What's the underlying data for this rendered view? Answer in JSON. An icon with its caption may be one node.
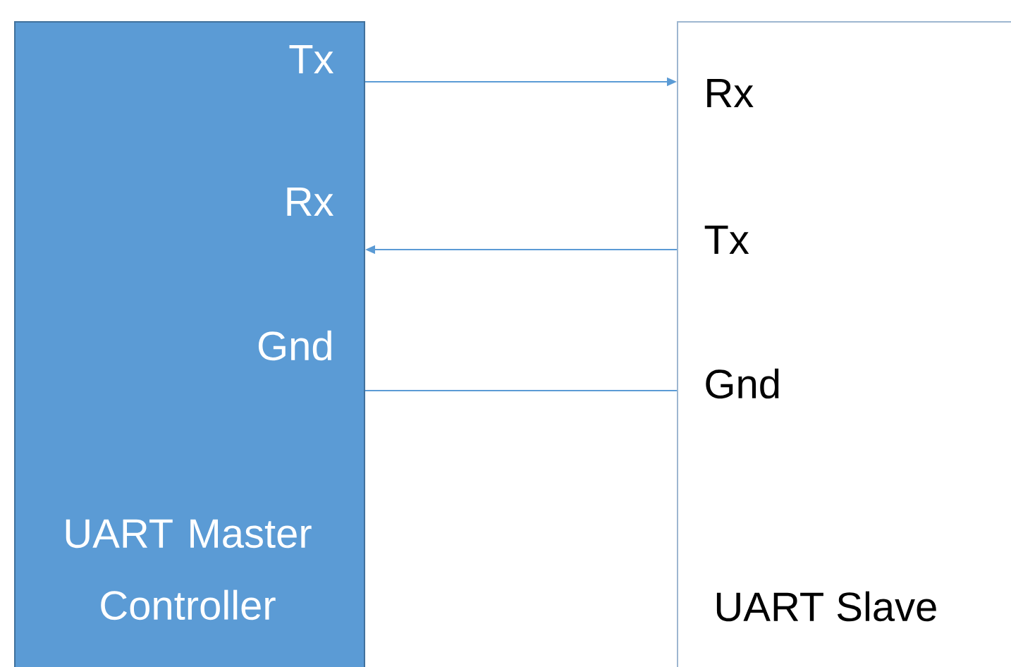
{
  "diagram": {
    "nodes": [
      {
        "text": [
          "Tx",
          "Rx",
          "Gnd",
          "UART Master Controller"
        ]
      },
      {
        "text": [
          "Rx",
          "Tx",
          "Gnd",
          "UART Slave"
        ]
      }
    ],
    "edges": [
      {
        "from": 0,
        "to": 1,
        "arrow": "to"
      },
      {
        "from": 1,
        "to": 0,
        "arrow": "to"
      },
      {
        "from": 0,
        "to": 1,
        "arrow": "none"
      }
    ]
  }
}
